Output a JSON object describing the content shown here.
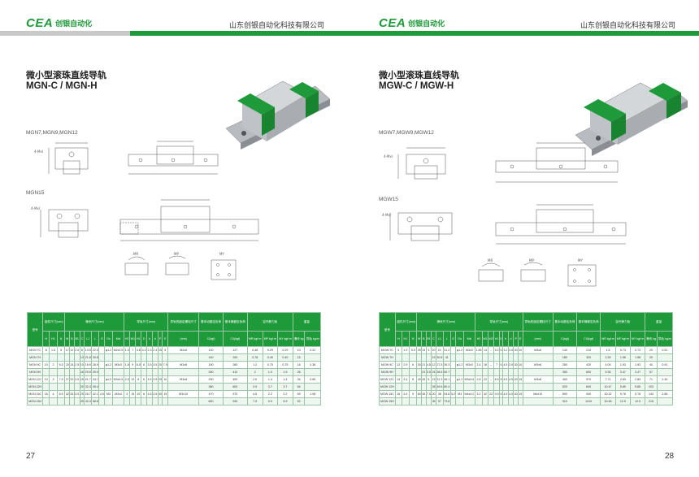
{
  "brand": {
    "logo": "CEA",
    "logo_cn": "创银自动化",
    "company": "山东创银自动化科技有限公司"
  },
  "colors": {
    "brand_green": "#1f9a3a",
    "header_grey": "#c8c8c8",
    "table_header": "#1f9a3a"
  },
  "left": {
    "title_cn": "微小型滚珠直线导轨",
    "title_en": "MGN-C / MGN-H",
    "cap1": "MGN7,MGN9,MGN12",
    "cap2": "MGN15",
    "moments": [
      "MR",
      "MP",
      "MY"
    ],
    "page_number": "27",
    "table": {
      "h1": [
        "型号",
        "组件尺寸(mm)",
        "滑块尺寸(mm)",
        "导轨尺寸(mm)",
        "导轨的固定螺栓尺寸",
        "基本动额定负荷",
        "基本静额定负荷",
        "容许静力矩",
        "重量"
      ],
      "h2": [
        "H",
        "H1",
        "N",
        "W",
        "B",
        "B1",
        "C",
        "L1",
        "L",
        "G",
        "Gn",
        "Mxl",
        "H2",
        "W1",
        "H1",
        "D",
        "h",
        "d",
        "P",
        "E",
        "(mm)",
        "C(kgf)",
        "C0(kgf)",
        "MR kgf·m",
        "MP kgf·m",
        "MY kgf·m",
        "滑块 kg",
        "导轨 kg/m"
      ],
      "rows": [
        [
          "MGN 7C",
          "8",
          "1.5",
          "5",
          "17",
          "12",
          "2.5",
          "8",
          "13.5",
          "22.5",
          "",
          "φ1.2",
          "M2x2.5",
          "1.5",
          "7",
          "4.8",
          "4.2",
          "2.3",
          "2.4",
          "15",
          "5",
          "M2x6",
          "100",
          "127",
          "0.48",
          "0.29",
          "0.29",
          "10",
          "0.22"
        ],
        [
          "MGN 7H",
          "",
          "",
          "",
          "",
          "",
          "",
          "13",
          "21.8",
          "30.8",
          "",
          "",
          "",
          "",
          "",
          "",
          "",
          "",
          "",
          "",
          "",
          "",
          "140",
          "200",
          "0.78",
          "0.49",
          "0.49",
          "15",
          ""
        ],
        [
          "MGN 9C",
          "10",
          "2",
          "5.5",
          "20",
          "15",
          "2.5",
          "10",
          "18.9",
          "28.9",
          "",
          "φ1.2",
          "M3x3",
          "1.8",
          "9",
          "6.5",
          "6",
          "3.5",
          "3.5",
          "20",
          "7.5",
          "M3x8",
          "190",
          "260",
          "1.2",
          "0.75",
          "0.75",
          "16",
          "0.38"
        ],
        [
          "MGN 9H",
          "",
          "",
          "",
          "",
          "",
          "",
          "16",
          "29.9",
          "39.9",
          "",
          "",
          "",
          "",
          "",
          "",
          "",
          "",
          "",
          "",
          "",
          "",
          "260",
          "410",
          "2",
          "1.9",
          "1.9",
          "26",
          ""
        ],
        [
          "MGN 12C",
          "13",
          "3",
          "7.5",
          "27",
          "20",
          "3.5",
          "15",
          "21.7",
          "34.7",
          "",
          "φ1.2",
          "M3x3.5",
          "2.5",
          "12",
          "8",
          "6",
          "4.5",
          "3.5",
          "25",
          "10",
          "M3x8",
          "290",
          "400",
          "2.6",
          "1.4",
          "1.4",
          "34",
          "0.65"
        ],
        [
          "MGN 12H",
          "",
          "",
          "",
          "",
          "",
          "",
          "20",
          "32.4",
          "45.4",
          "",
          "",
          "",
          "",
          "",
          "",
          "",
          "",
          "",
          "",
          "",
          "",
          "380",
          "600",
          "3.9",
          "3.7",
          "3.7",
          "54",
          ""
        ],
        [
          "MGN 15C",
          "16",
          "4",
          "8.5",
          "32",
          "25",
          "3.5",
          "20",
          "26.7",
          "42.1",
          "4.5",
          "M3",
          "M3x4",
          "3",
          "15",
          "10",
          "6",
          "4.5",
          "3.5",
          "40",
          "15",
          "M3x10",
          "470",
          "570",
          "4.6",
          "2.2",
          "2.2",
          "59",
          "1.06"
        ],
        [
          "MGN 15H",
          "",
          "",
          "",
          "",
          "",
          "",
          "25",
          "43.4",
          "58.8",
          "",
          "",
          "",
          "",
          "",
          "",
          "",
          "",
          "",
          "",
          "",
          "",
          "650",
          "930",
          "7.5",
          "5.9",
          "5.9",
          "92",
          ""
        ]
      ]
    }
  },
  "right": {
    "title_cn": "微小型滚珠直线导轨",
    "title_en": "MGW-C / MGW-H",
    "cap1": "MGW7,MGW9,MGW12",
    "cap2": "MGW15",
    "moments": [
      "MR",
      "MP",
      "MY"
    ],
    "page_number": "28",
    "table": {
      "h1": [
        "型号",
        "组件尺寸(mm)",
        "滑块尺寸(mm)",
        "导轨尺寸(mm)",
        "导轨的固定螺栓尺寸",
        "基本动额定负荷",
        "基本静额定负荷",
        "容许静力矩",
        "重量"
      ],
      "h2": [
        "H",
        "H1",
        "N",
        "W",
        "B",
        "B1",
        "C",
        "L1",
        "L",
        "G",
        "Gn",
        "Mxl",
        "H2",
        "W1",
        "W2",
        "H1",
        "D",
        "h",
        "d",
        "P",
        "E",
        "(mm)",
        "C(kgf)",
        "C0(kgf)",
        "MR kgf·m",
        "MP kgf·m",
        "MY kgf·m",
        "滑块 kg",
        "导轨 kg/m"
      ],
      "rows": [
        [
          "MGW 7C",
          "9",
          "1.9",
          "5.5",
          "25",
          "19",
          "3",
          "10",
          "21",
          "31.2",
          "",
          "φ1.2",
          "M3x3",
          "1.85",
          "14",
          "-",
          "5.2",
          "6",
          "3.2",
          "3.5",
          "30",
          "10",
          "M3x6",
          "140",
          "210",
          "1.6",
          "0.73",
          "0.73",
          "20",
          "0.51"
        ],
        [
          "MGW 7H",
          "",
          "",
          "",
          "",
          "",
          "",
          "19",
          "30.8",
          "41",
          "",
          "",
          "",
          "",
          "",
          "",
          "",
          "",
          "",
          "",
          "",
          "",
          "",
          "180",
          "320",
          "2.39",
          "1.58",
          "1.58",
          "29",
          ""
        ],
        [
          "MGW 9C",
          "12",
          "2.9",
          "6",
          "30",
          "21",
          "4.5",
          "12",
          "27.5",
          "39.3",
          "",
          "φ1.2",
          "M3x3",
          "2.4",
          "18",
          "-",
          "7",
          "6",
          "4.5",
          "3.5",
          "30",
          "10",
          "M3x8",
          "280",
          "420",
          "4.09",
          "1.93",
          "1.93",
          "40",
          "0.91"
        ],
        [
          "MGW 9H",
          "",
          "",
          "",
          "",
          "23",
          "3.5",
          "24",
          "38.5",
          "50.7",
          "",
          "",
          "",
          "",
          "",
          "",
          "",
          "",
          "",
          "",
          "",
          "",
          "",
          "350",
          "600",
          "5.35",
          "3.47",
          "3.47",
          "57",
          ""
        ],
        [
          "MGW 12C",
          "14",
          "3.4",
          "8",
          "40",
          "28",
          "6",
          "15",
          "31.3",
          "46.1",
          "",
          "φ1.2",
          "M3x3.6",
          "2.8",
          "24",
          "-",
          "8.5",
          "8",
          "4.5",
          "4.5",
          "40",
          "15",
          "M3x8",
          "400",
          "570",
          "7.71",
          "2.83",
          "2.83",
          "71",
          "1.49"
        ],
        [
          "MGW 12H",
          "",
          "",
          "",
          "",
          "",
          "",
          "28",
          "45.6",
          "60.4",
          "",
          "",
          "",
          "",
          "",
          "",
          "",
          "",
          "",
          "",
          "",
          "",
          "",
          "520",
          "840",
          "10.47",
          "5.85",
          "5.85",
          "103",
          ""
        ],
        [
          "MGW 15C",
          "16",
          "3.4",
          "9",
          "60",
          "45",
          "7.5",
          "20",
          "38",
          "54.8",
          "5.2",
          "M3",
          "M4x4.2",
          "3.2",
          "42",
          "23",
          "9.5",
          "8",
          "4.5",
          "4.5",
          "40",
          "15",
          "M4x10",
          "690",
          "940",
          "20.32",
          "5.78",
          "5.78",
          "143",
          "2.86"
        ],
        [
          "MGW 15H",
          "",
          "",
          "",
          "",
          "",
          "",
          "35",
          "57",
          "73.8",
          "",
          "",
          "",
          "",
          "",
          "",
          "",
          "",
          "",
          "",
          "",
          "",
          "",
          "910",
          "1410",
          "30.48",
          "12.5",
          "12.5",
          "215",
          ""
        ]
      ]
    }
  }
}
